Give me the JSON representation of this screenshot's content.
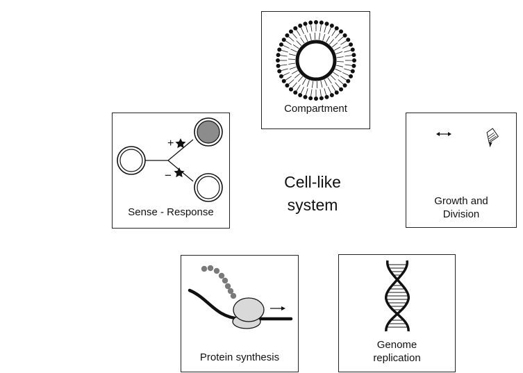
{
  "center_title": {
    "line1": "Cell-like",
    "line2": "system"
  },
  "panels": {
    "compartment": {
      "label": "Compartment",
      "icon": "liposome-icon"
    },
    "sense_response": {
      "label": "Sense - Response",
      "plus_sign": "+",
      "minus_sign": "−",
      "icon": "signal-branching-icon"
    },
    "growth_division": {
      "label_line1": "Growth and",
      "label_line2": "Division",
      "icon": "growth-arrow-icon"
    },
    "protein_synthesis": {
      "label": "Protein synthesis",
      "icon": "ribosome-icon"
    },
    "genome_replication": {
      "label_line1": "Genome",
      "label_line2": "replication",
      "icon": "dna-helix-icon"
    }
  },
  "colors": {
    "stroke": "#111111",
    "active_circle": "#8c8c8c",
    "ribosome": "#d9d9d9",
    "peptide": "#7a7a7a"
  }
}
